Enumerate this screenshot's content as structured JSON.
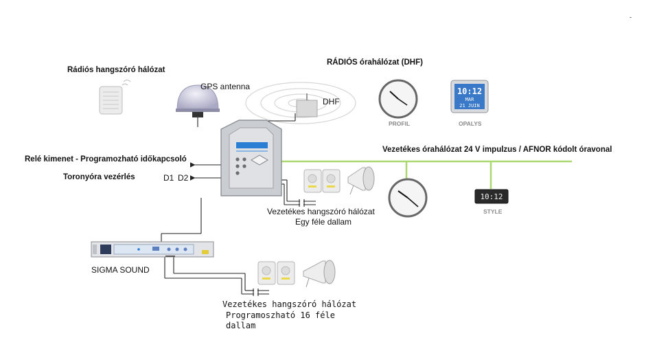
{
  "labels": {
    "radio_speaker_network": "Rádiós hangszóró hálózat",
    "gps_antenna": "GPS antenna",
    "radio_clock_network": "RÁDIÓS órahálózat (DHF)",
    "dhf": "DHF",
    "wired_clock_network": "Vezetékes órahálózat 24 V impulzus / AFNOR kódolt óravonal",
    "relay_output": "Relé kimenet - Programozható időkapcsoló",
    "tower_clock_control": "Toronyóra vezérlés",
    "d1": "D1",
    "d2": "D2",
    "sigma_sound": "SIGMA SOUND",
    "wired_speaker_1_title": "Vezetékes hangszóró hálózat",
    "wired_speaker_1_sub": "Egy féle dallam",
    "wired_speaker_2_title": "Vezetékes hangszóró hálózat",
    "wired_speaker_2_sub_a": "Programoszható 16 féle",
    "wired_speaker_2_sub_b": "dallam",
    "corner_mark": "-"
  },
  "products": {
    "profil": "PROFIL",
    "opalys": "OPALYS",
    "style": "STYLE",
    "opalys_time": "10:12",
    "opalys_date_a": "MAR",
    "opalys_date_b": "21 JUIN",
    "style_time": "10:12"
  },
  "colors": {
    "wired_line": "#a9d86e",
    "device_body": "#c9ccd1",
    "screen_blue": "#2a7fd4",
    "opalys_screen": "#3a78c8"
  }
}
